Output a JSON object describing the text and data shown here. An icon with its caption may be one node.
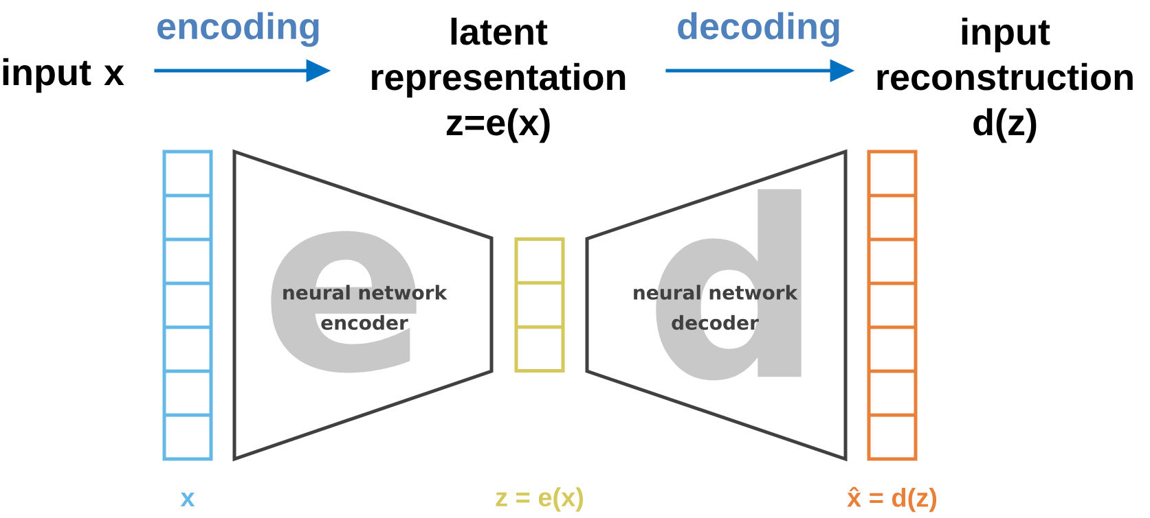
{
  "diagram": {
    "nodes": [
      {
        "text": [
          "input x"
        ]
      },
      {
        "text": [
          "latent representation z=e(x)"
        ]
      },
      {
        "text": [
          "input reconstruction d(z)"
        ]
      },
      {
        "text": [],
        "shape": "bar",
        "beside": [
          "x"
        ]
      },
      {
        "text": [
          "neural network encoder",
          "e"
        ]
      },
      {
        "text": [],
        "shape": "bar"
      },
      {
        "text": [
          "neural network decoder",
          "d"
        ]
      },
      {
        "text": [],
        "shape": "bar",
        "beside": [
          "x̂ = d(z)"
        ]
      }
    ],
    "edges": [
      {
        "from": 0,
        "to": 1,
        "arrow": "to",
        "label": "encoding"
      },
      {
        "from": 1,
        "to": 2,
        "arrow": "to",
        "label": "decoding"
      }
    ],
    "labels": [
      "z = e(x)"
    ]
  }
}
